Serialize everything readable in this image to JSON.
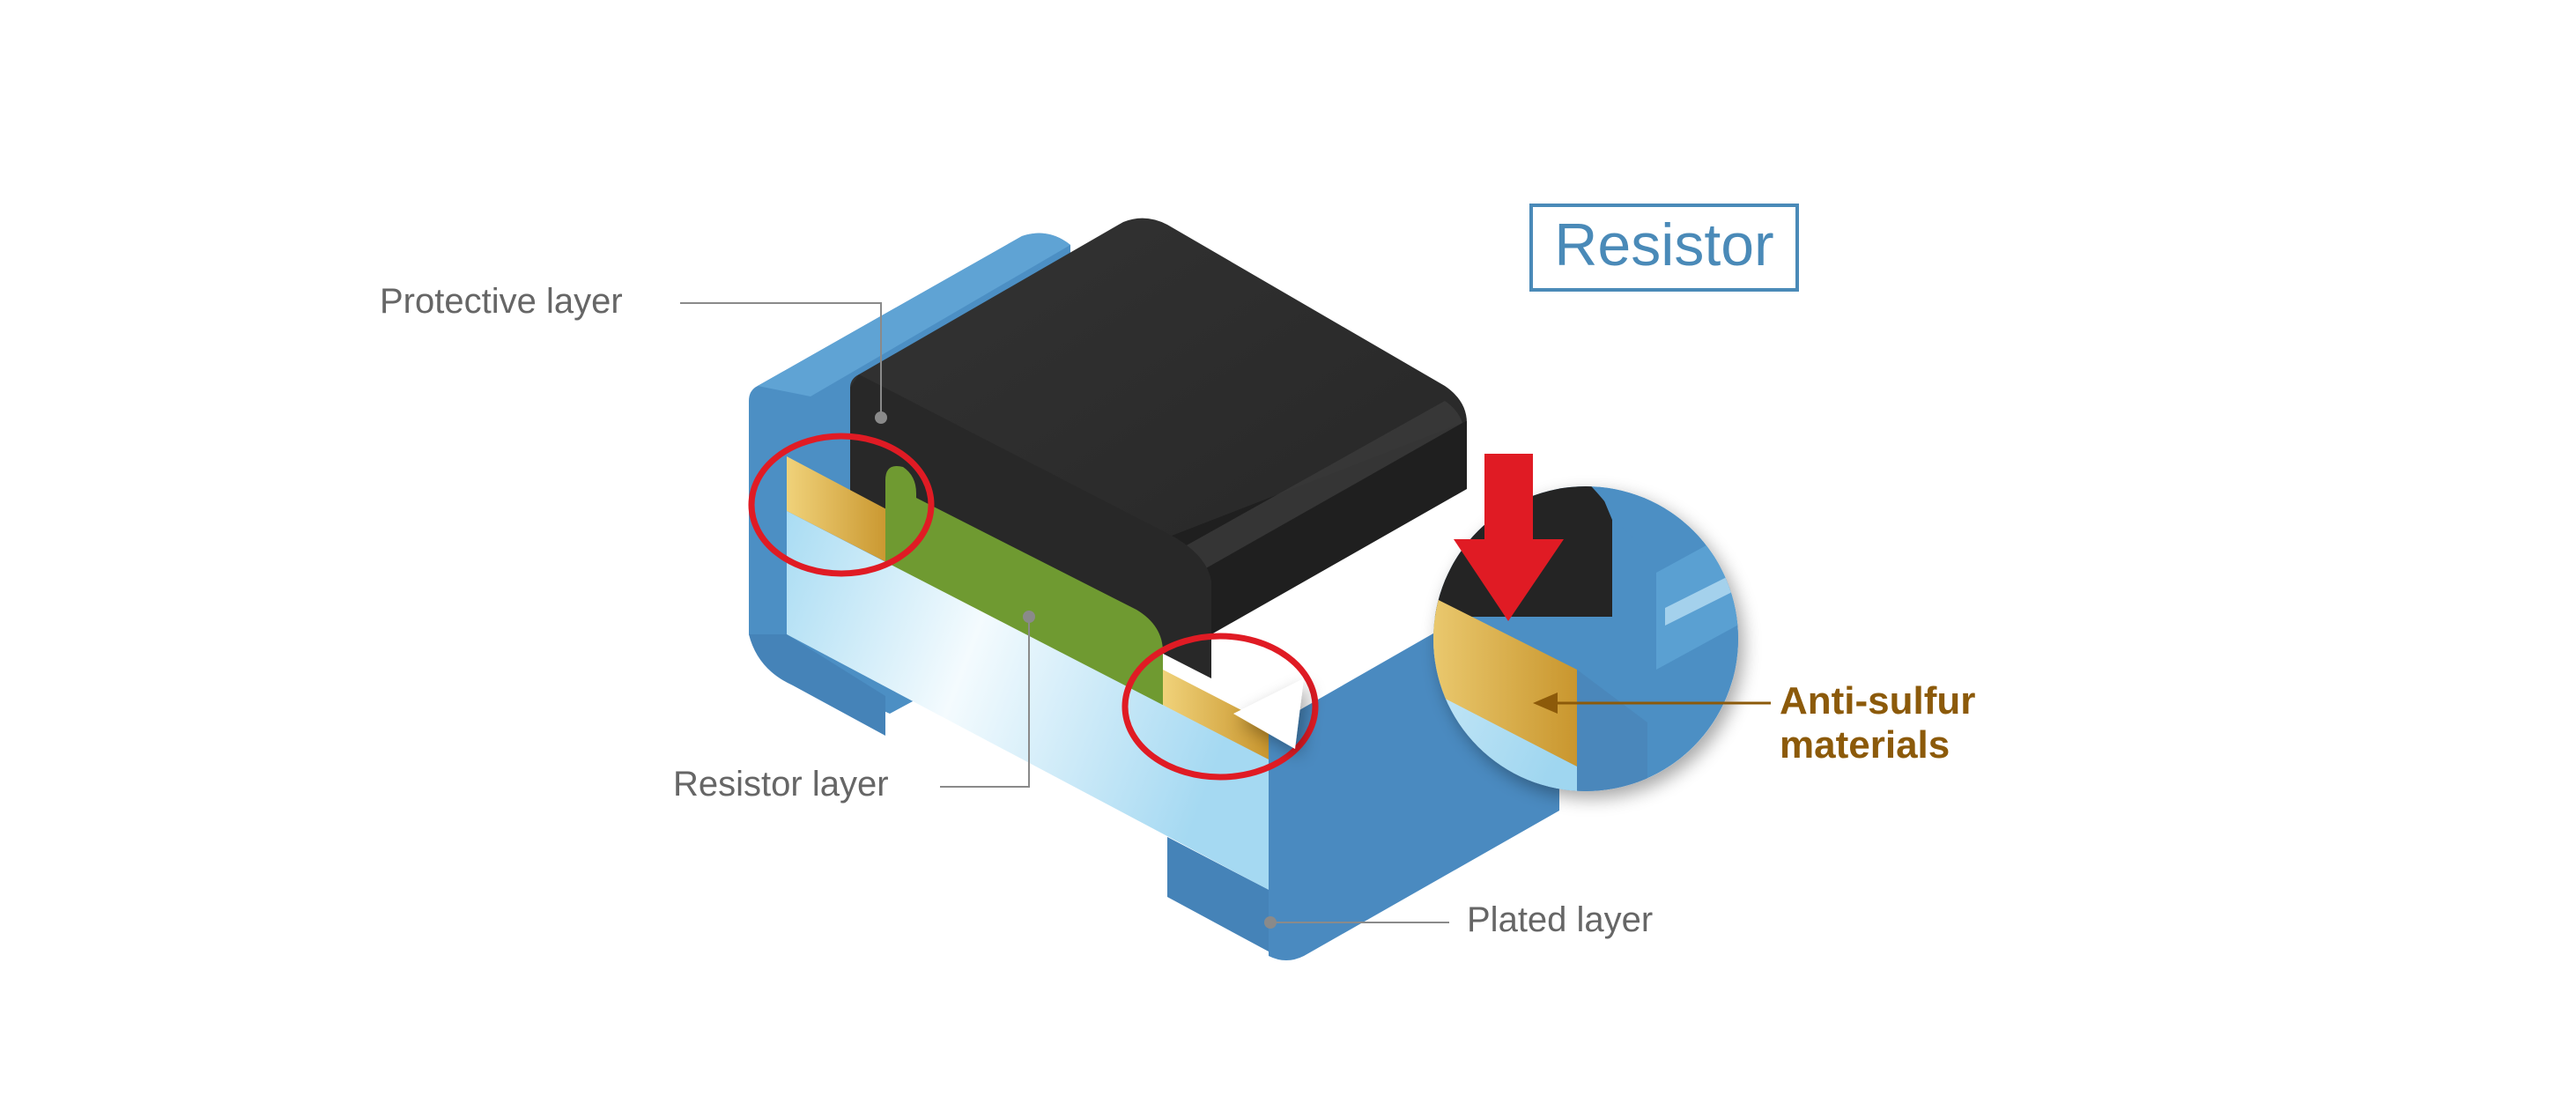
{
  "title": "Resistor",
  "labels": {
    "protective_layer": "Protective layer",
    "resistor_layer": "Resistor layer",
    "plated_layer": "Plated layer"
  },
  "callout": {
    "line1": "Anti-sulfur",
    "line2": "materials"
  },
  "colors": {
    "title_blue": "#4a8ab8",
    "plated_blue": "#4c8fc4",
    "ceramic_light": "#c9ebf8",
    "protective_black": "#2a2a2a",
    "resistor_green": "#6f9a31",
    "electrode_gold": "#d9b355",
    "highlight_red": "#e01b24",
    "callout_brown": "#8c5a0a",
    "label_gray": "#666666"
  },
  "icons": {
    "highlight_markers": "red-ellipse",
    "pressure_arrow": "red-down-arrow"
  }
}
